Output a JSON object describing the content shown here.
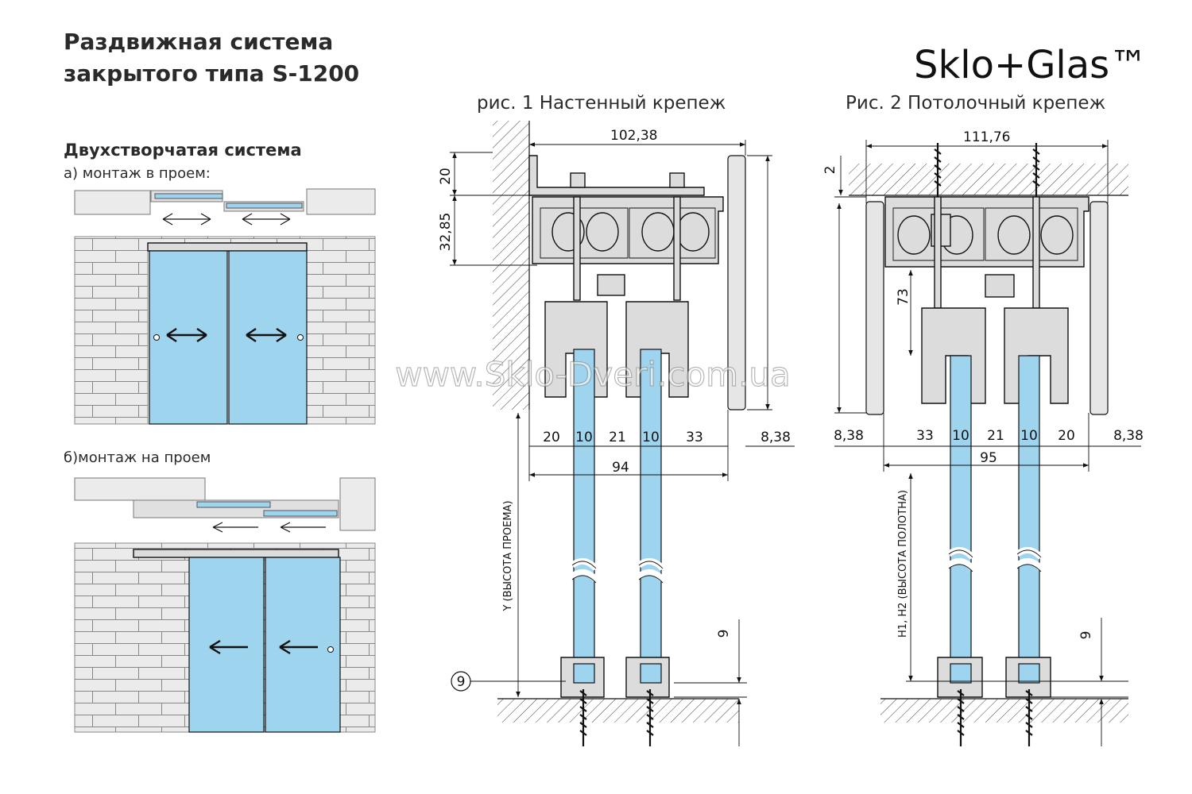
{
  "title": {
    "line1": "Раздвижная система",
    "line2": "закрытого типа S-1200"
  },
  "brand": "Sklo+Glas™",
  "section_title": "Двухстворчатая система",
  "layouts": {
    "a_label": "а) монтаж в проем:",
    "b_label": "б)монтаж на проем"
  },
  "figures": {
    "fig1": {
      "caption": "рис. 1 Настенный крепеж",
      "dims": {
        "width_total": "102,38",
        "top": "20",
        "height": "32,85",
        "d1": "20",
        "d2": "10",
        "d3": "21",
        "d4": "10",
        "d5": "33",
        "side": "8,38",
        "total": "94",
        "v_label": "Y (ВЫСОТА ПРОЕМА)",
        "bottom": "9",
        "callout": "9"
      }
    },
    "fig2": {
      "caption": "Рис. 2 Потолочный крепеж",
      "dims": {
        "width_total": "111,76",
        "top": "2",
        "height": "73",
        "side_left": "8,38",
        "d1": "33",
        "d2": "10",
        "d3": "21",
        "d4": "10",
        "d5": "20",
        "side_right": "8,38",
        "total": "95",
        "v_label": "H1, H2 (ВЫСОТА ПОЛОТНА)",
        "bottom": "9"
      }
    }
  },
  "watermark": "www.Sklo-Dveri.com.ua",
  "colors": {
    "glass": "#9fd4ee",
    "brick": "#ebebeb",
    "metal": "#dcdcdc"
  }
}
